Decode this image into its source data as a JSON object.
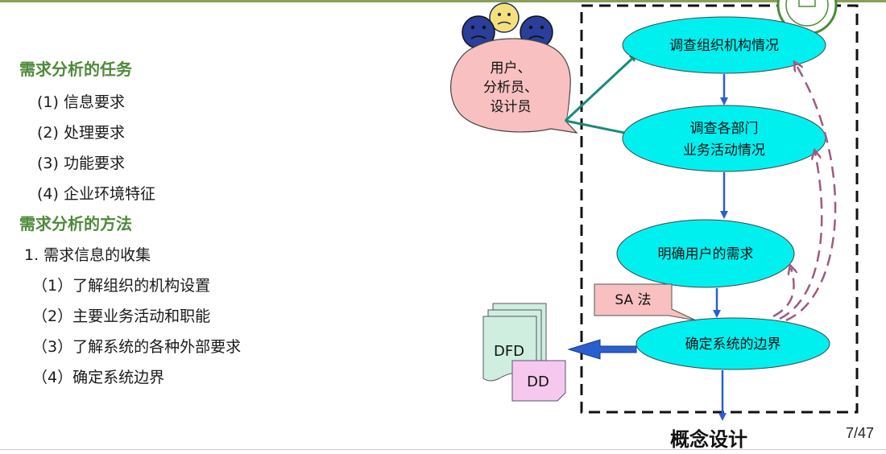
{
  "left": {
    "task_heading": "需求分析的任务",
    "tasks": [
      "(1) 信息要求",
      "(2) 处理要求",
      "(3) 功能要求",
      "(4) 企业环境特征"
    ],
    "method_heading": "需求分析的方法",
    "method_item": "1.  需求信息的收集",
    "method_subitems": [
      "（1）了解组织的机构设置",
      "（2）主要业务活动和职能",
      "（3）了解系统的各种外部要求",
      "（4）确定系统边界"
    ]
  },
  "diagram": {
    "user_bubble": [
      "用户、",
      "分析员、",
      "设计员"
    ],
    "nodes": {
      "survey_org": "调查组织机构情况",
      "survey_dept_line1": "调查各部门",
      "survey_dept_line2": "业务活动情况",
      "clarify_needs": "明确用户的需求",
      "define_boundary": "确定系统的边界"
    },
    "sa_label": "SA 法",
    "dfd_label": "DFD",
    "dd_label": "DD",
    "concept_design": "概念设计"
  },
  "page_number": "7/47",
  "colors": {
    "heading_green": "#4e8a3a",
    "node_fill": "#00f0f0",
    "bubble_pink": "#f8c0c0",
    "teal_arrow": "#1a8a7a",
    "blue_arrow": "#2a5fd0",
    "dashed_arrow": "#a05a80"
  }
}
